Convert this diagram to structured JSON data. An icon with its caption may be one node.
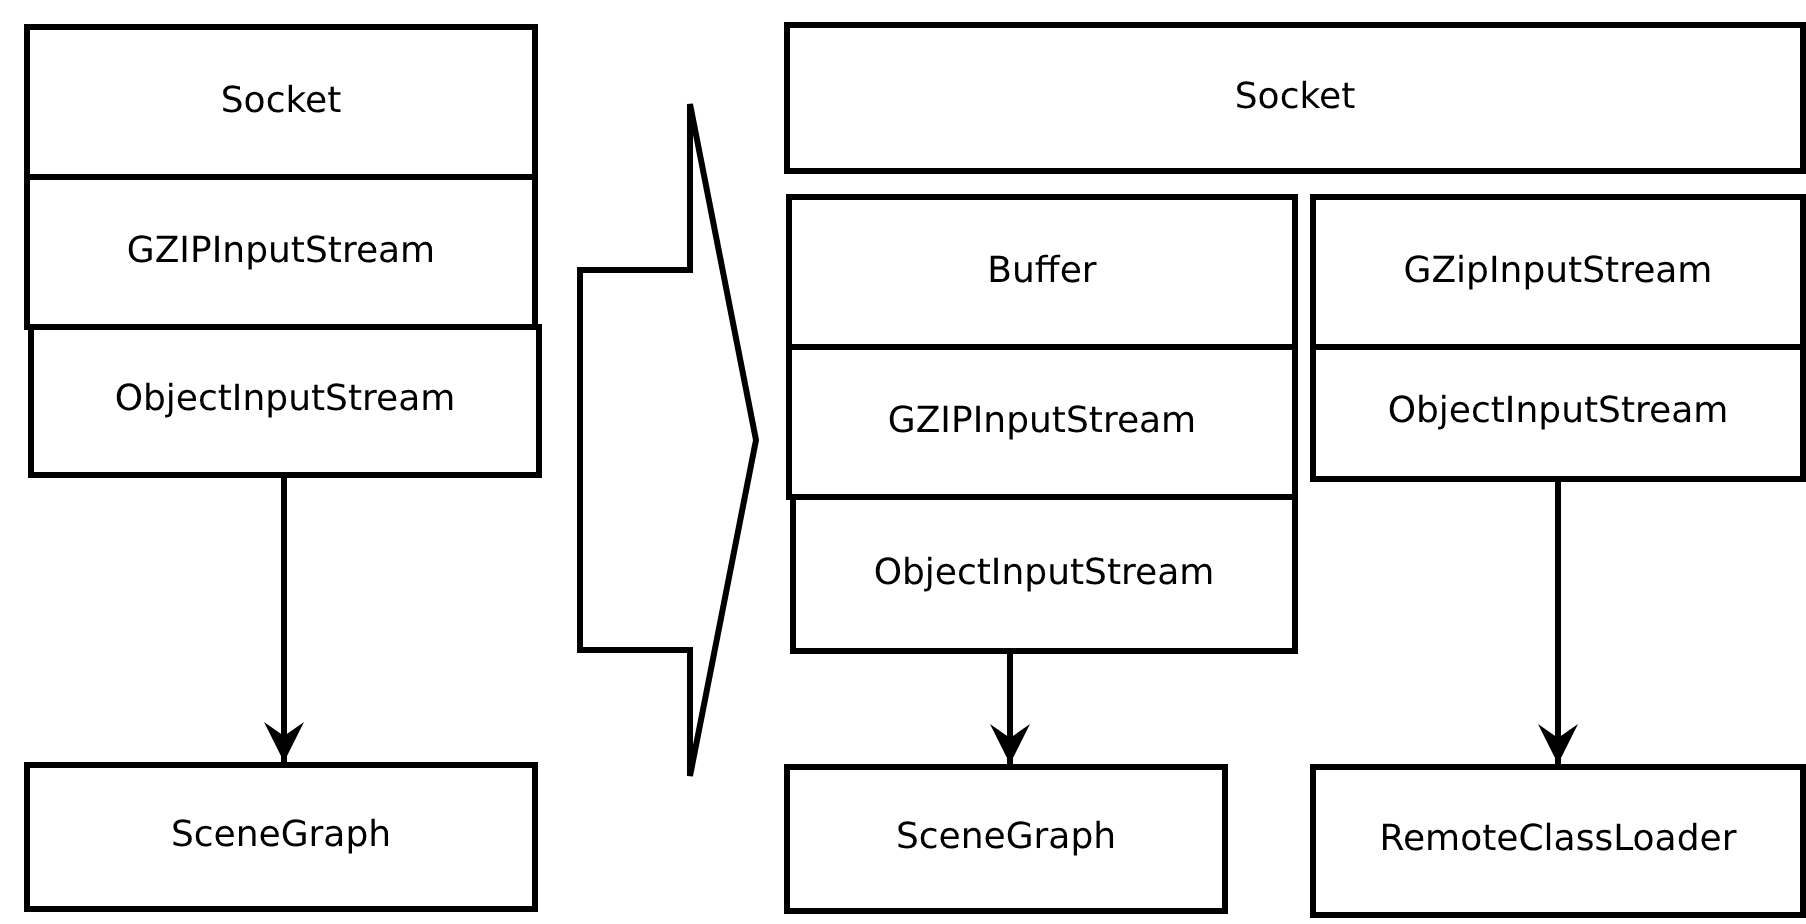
{
  "diagram": {
    "nodes": [
      {
        "text": [],
        "shape": "box"
      },
      {
        "text": [
          "Socket"
        ],
        "in": 0
      },
      {
        "text": [
          "GZIPInputStream"
        ],
        "in": 0
      },
      {
        "text": [
          "ObjectInputStream"
        ],
        "in": 0
      },
      {
        "text": [
          "SceneGraph"
        ],
        "in": 0
      },
      {
        "text": [],
        "shape": "box"
      },
      {
        "text": [
          "Socket"
        ],
        "in": 5
      },
      {
        "text": [
          "Buffer"
        ],
        "in": 5
      },
      {
        "text": [
          "GZIPInputStream"
        ],
        "in": 5
      },
      {
        "text": [
          "ObjectInputStream"
        ],
        "in": 5
      },
      {
        "text": [
          "GZipInputStream"
        ],
        "in": 5
      },
      {
        "text": [
          "ObjectInputStream"
        ],
        "in": 5
      },
      {
        "text": [
          "SceneGraph"
        ],
        "in": 5
      },
      {
        "text": [
          "RemoteClassLoader"
        ],
        "in": 5
      }
    ],
    "edges": [
      {
        "from": 3,
        "to": 4,
        "arrow": "to"
      },
      {
        "from": 9,
        "to": 12,
        "arrow": "to"
      },
      {
        "from": 11,
        "to": 13,
        "arrow": "to"
      },
      {
        "from": 0,
        "to": 5,
        "arrow": "to",
        "style": "thick"
      }
    ]
  }
}
